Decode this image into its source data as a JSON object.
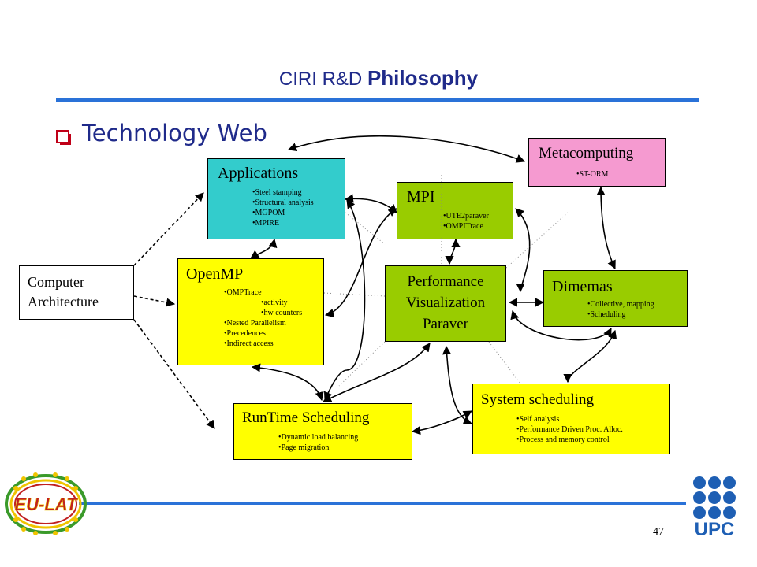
{
  "header": {
    "prefix": "CIRI R&D ",
    "emphasis": "Philosophy"
  },
  "subtitle": "Technology Web",
  "nodes": {
    "metacomputing": {
      "title": "Metacomputing",
      "items": [
        "ST-ORM"
      ],
      "color": "#f59ad0"
    },
    "applications": {
      "title": "Applications",
      "items": [
        "Steel stamping",
        "Structural analysis",
        "MGPOM",
        "MPIRE"
      ],
      "color": "#33cccc"
    },
    "mpi": {
      "title": "MPI",
      "items": [
        "UTE2paraver",
        "OMPITrace"
      ],
      "color": "#99cc00"
    },
    "openmp": {
      "title": "OpenMP",
      "items": [
        "OMPTrace",
        "activity",
        "hw counters",
        "Nested Parallelism",
        "Precedences",
        "Indirect access"
      ],
      "color": "#ffff00"
    },
    "computer_arch": {
      "line1": "Computer",
      "line2": "Architecture",
      "color": "#ffffff"
    },
    "performance": {
      "line1": "Performance",
      "line2": "Visualization",
      "line3": "Paraver",
      "color": "#99cc00"
    },
    "dimemas": {
      "title": "Dimemas",
      "items": [
        "Collective, mapping",
        "Scheduling"
      ],
      "color": "#99cc00"
    },
    "system_sched": {
      "title": "System scheduling",
      "items": [
        "Self analysis",
        "Performance Driven Proc. Alloc.",
        "Process and memory control"
      ],
      "color": "#ffff00"
    },
    "runtime_sched": {
      "title": "RunTime Scheduling",
      "items": [
        "Dynamic load balancing",
        "Page migration"
      ],
      "color": "#ffff00"
    }
  },
  "logos": {
    "left": "EU-LAT",
    "right": "UPC"
  },
  "page_number": "47"
}
